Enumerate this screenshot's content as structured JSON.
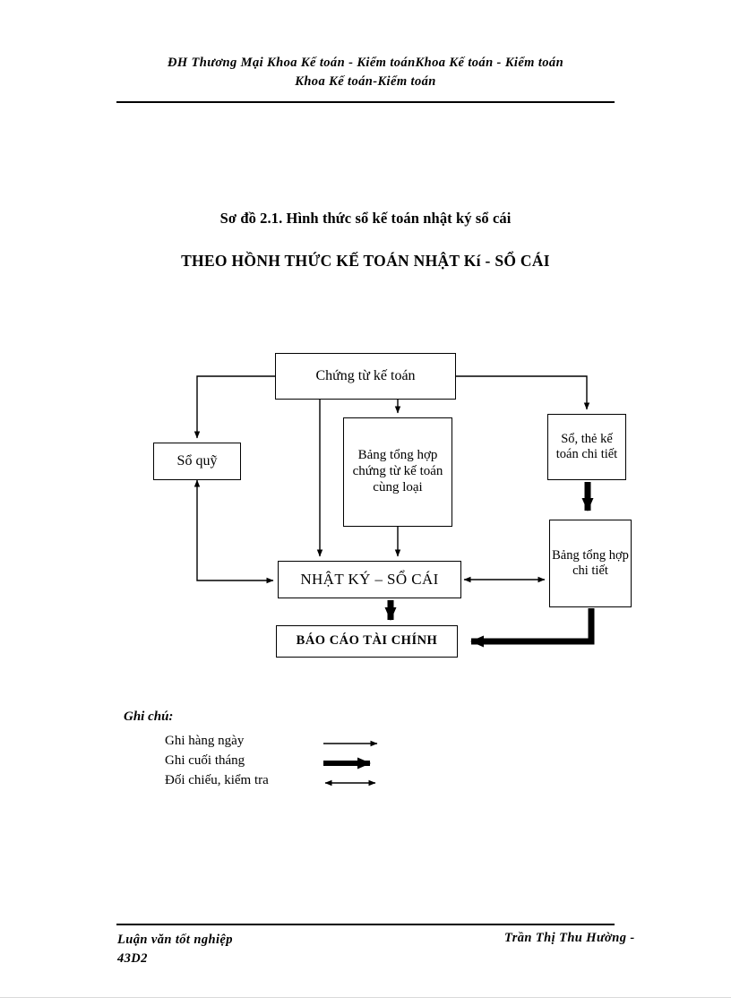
{
  "header": {
    "line1": "ÐH  Thương Mại Khoa  Kế toán - Kiểm toánKhoa  Kế toán - Kiểm toán",
    "line2": "Khoa  Kế toán-Kiểm toán"
  },
  "titles": {
    "caption": "Sơ đồ 2.1. Hình thức sổ kế toán nhật ký sổ cái",
    "heading": "THEO HỒNH THỨC KẾ TOÁN NHẬT Kí - SỔ CÁI"
  },
  "diagram": {
    "nodes": {
      "chung_tu_ke_toan": "Chứng từ kế toán",
      "so_quy": "Sổ quỹ",
      "bang_tong_hop_chung_tu": "Bảng tổng hợp chứng từ kế toán cùng loại",
      "so_the_ke_toan_chi_tiet": "Sổ, thẻ kế toán chi tiết",
      "bang_tong_hop_chi_tiet": "Bảng tổng hợp chi tiết",
      "nhat_ky_so_cai": "NHẬT KÝ – SỔ CÁI",
      "bao_cao_tai_chinh": "BÁO CÁO TÀI CHÍNH"
    }
  },
  "legend": {
    "title": "Ghi chú:",
    "rows": [
      {
        "label": "Ghi hàng ngày",
        "art": "thin-arrow-right"
      },
      {
        "label": "Ghi cuối tháng",
        "art": "thick-arrow-right"
      },
      {
        "label": "Đối chiếu, kiểm tra",
        "art": "double-headed-arrow"
      }
    ]
  },
  "footer": {
    "left_line1": "Luận văn tốt nghiệp",
    "left_line2": "43D2",
    "right": "Trần Thị Thu Hường -"
  },
  "colors": {
    "ink": "#000000",
    "paper": "#ffffff"
  }
}
